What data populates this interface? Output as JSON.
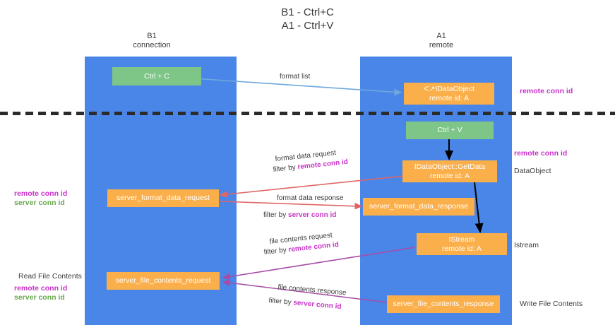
{
  "title": "B1 - Ctrl+C\nA1 - Ctrl+V",
  "columns": [
    {
      "name": "b1",
      "label": "B1\nconnection"
    },
    {
      "name": "a1",
      "label": "A1\nremote"
    }
  ],
  "colors": {
    "lane": "#4a86e8",
    "green_node": "#7ec687",
    "orange_node": "#fbaf4b",
    "remote_conn_id": "#c832c8",
    "server_conn_id": "#6aa84f",
    "divider": "#2b2b2b",
    "arrow_blue": "#6fa8dc",
    "arrow_black": "#000000",
    "arrow_red": "#e06666",
    "arrow_purple": "#a64ca6"
  },
  "nodes": {
    "ctrl_c": "Ctrl + C",
    "ctrl_v": "Ctrl + V",
    "idataobject_top": "ᐸ↗IDataObject\nremote id: A",
    "idataobject_getdata": "IDataObject::GetData\nremote id: A",
    "istream": "IStream\nremote id: A",
    "server_format_data_request": "server_format_data_request",
    "server_format_data_response": "server_format_data_response",
    "server_file_contents_request": "server_file_contents_request",
    "server_file_contents_response": "server_file_contents_response"
  },
  "edge_labels": {
    "format_list": "format list",
    "format_data_request": "format data request",
    "format_data_request_filter_prefix": "filter by ",
    "format_data_request_filter_value": "remote conn id",
    "format_data_response": "format data response",
    "format_data_response_filter_prefix": "filter by ",
    "format_data_response_filter_value": "server conn id",
    "file_contents_request": "file contents request",
    "file_contents_request_filter_prefix": "filter by ",
    "file_contents_request_filter_value": "remote conn id",
    "file_contents_response": "file contents response",
    "file_contents_response_filter_prefix": "filter by ",
    "file_contents_response_filter_value": "server conn id"
  },
  "annotations": {
    "right_remote_conn_id_top": "remote conn id",
    "right_remote_conn_id_mid": "remote conn id",
    "right_dataobject": "DataObject",
    "right_istream": "Istream",
    "right_write_file_contents": "Write File Contents",
    "left_remote_conn_id": "remote conn id",
    "left_server_conn_id": "server conn id",
    "left_read_file_contents": "Read File Contents",
    "left_remote_conn_id_2": "remote conn id",
    "left_server_conn_id_2": "server conn id"
  }
}
